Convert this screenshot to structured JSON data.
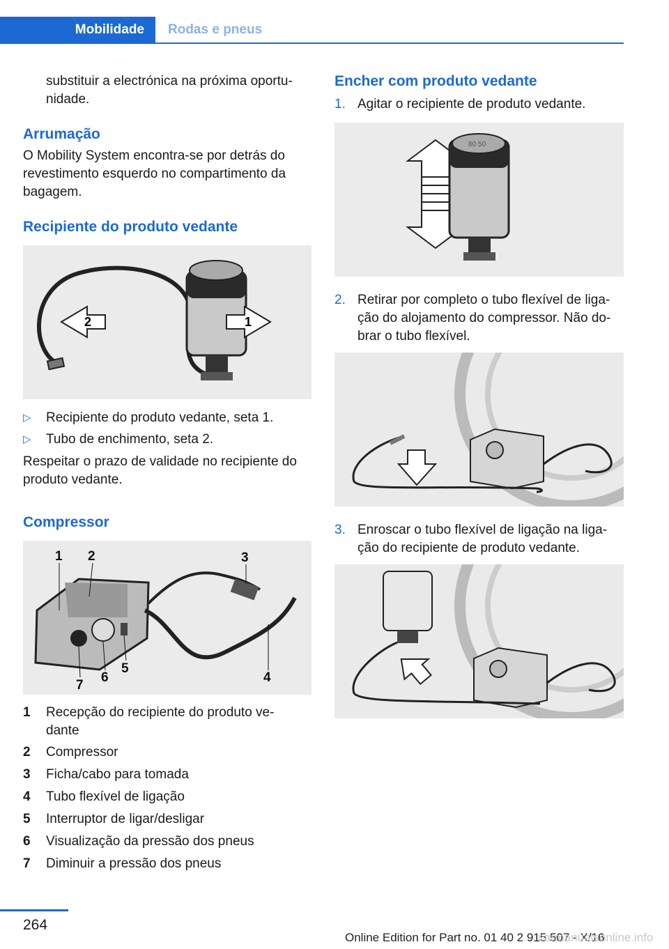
{
  "header": {
    "active_tab": "Mobilidade",
    "inactive_tab": "Rodas e pneus"
  },
  "left": {
    "intro_text": "substituir a electrónica na próxima oportu-nidade.",
    "storage": {
      "heading": "Arrumação",
      "text": "O Mobility System encontra-se por detrás do revestimento esquerdo no compartimento da bagagem."
    },
    "container": {
      "heading": "Recipiente do produto vedante",
      "figure_labels": [
        "2",
        "1"
      ],
      "bullets": [
        "Recipiente do produto vedante, seta 1.",
        "Tubo de enchimento, seta 2."
      ],
      "note": "Respeitar o prazo de validade no recipiente do produto vedante."
    },
    "compressor": {
      "heading": "Compressor",
      "figure_labels": [
        "1",
        "2",
        "3",
        "4",
        "5",
        "6",
        "7"
      ],
      "items": [
        {
          "n": "1",
          "text": "Recepção do recipiente do produto ve-dante"
        },
        {
          "n": "2",
          "text": "Compressor"
        },
        {
          "n": "3",
          "text": "Ficha/cabo para tomada"
        },
        {
          "n": "4",
          "text": "Tubo flexível de ligação"
        },
        {
          "n": "5",
          "text": "Interruptor de ligar/desligar"
        },
        {
          "n": "6",
          "text": "Visualização da pressão dos pneus"
        },
        {
          "n": "7",
          "text": "Diminuir a pressão dos pneus"
        }
      ]
    }
  },
  "right": {
    "heading": "Encher com produto vedante",
    "bottle_label": "80 50",
    "steps": [
      {
        "n": "1.",
        "text": "Agitar o recipiente de produto vedante."
      },
      {
        "n": "2.",
        "text": "Retirar por completo o tubo flexível de liga-ção do alojamento do compressor. Não do-brar o tubo flexível."
      },
      {
        "n": "3.",
        "text": "Enroscar o tubo flexível de ligação na liga-ção do recipiente de produto vedante."
      }
    ]
  },
  "footer": {
    "page_number": "264",
    "edition": "Online Edition for Part no. 01 40 2 915 507 - X/16",
    "watermark": "carmanualsonline.info"
  }
}
